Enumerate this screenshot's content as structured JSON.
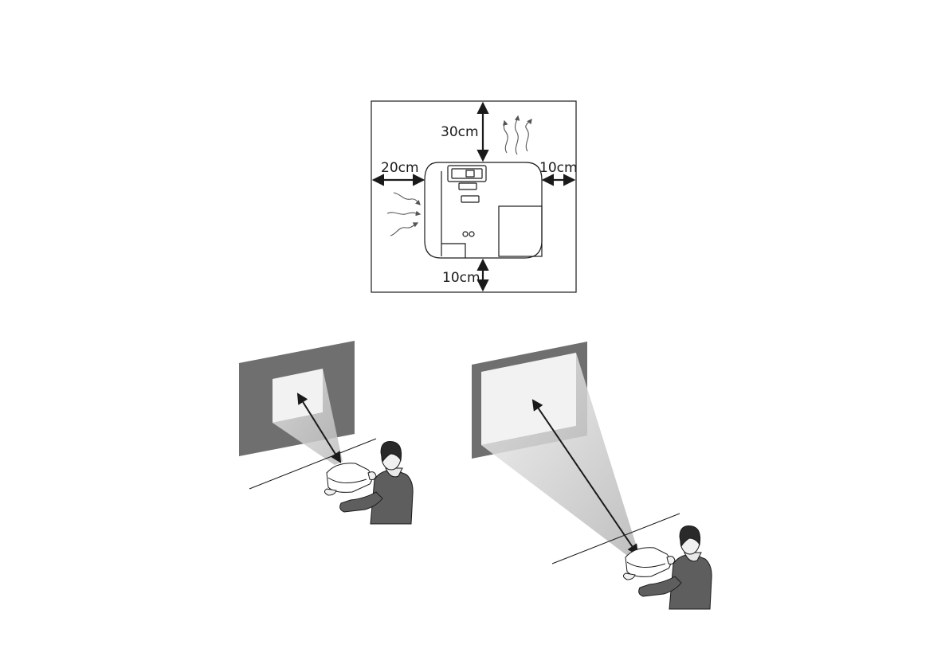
{
  "clearance": {
    "top": "30cm",
    "left": "20cm",
    "right": "10cm",
    "bottom": "10cm"
  },
  "icons": {
    "airflow": "wavy-air-arrow",
    "projector": "projector-top-view",
    "person": "person-operating-projector"
  },
  "colors": {
    "stroke": "#1a1a1a",
    "wall": "#6f6f6f",
    "screen": "#f2f2f2",
    "suit": "#5e5e5e",
    "hair": "#2a2a2a",
    "beam": "#d9d9d9"
  }
}
